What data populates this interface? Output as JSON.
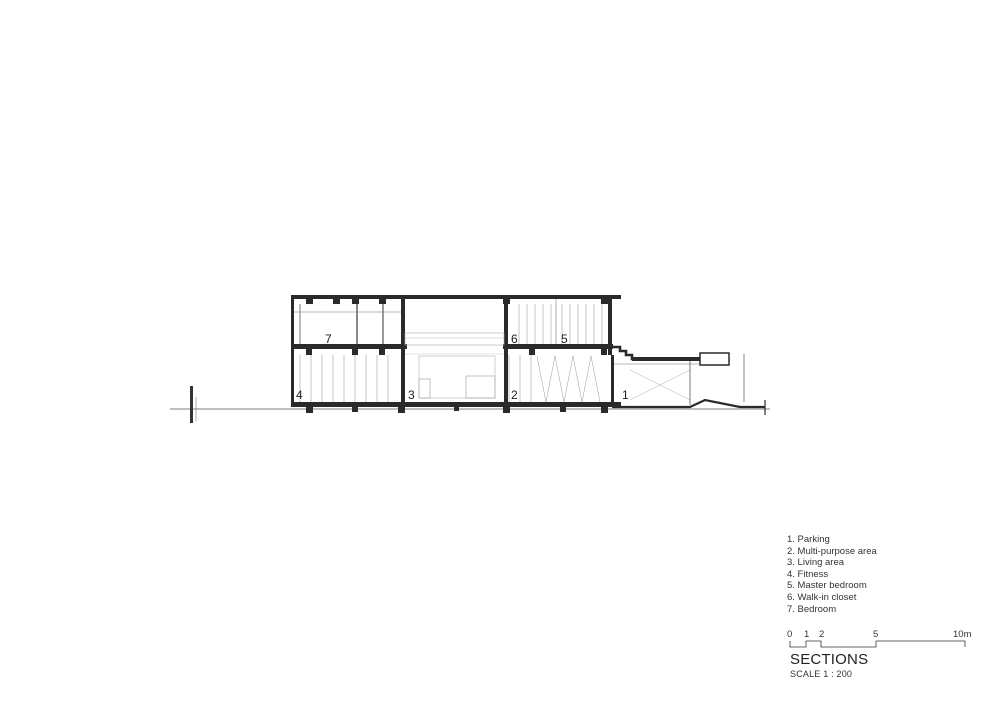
{
  "section": {
    "room_labels": [
      {
        "id": "label-7",
        "text": "7"
      },
      {
        "id": "label-6",
        "text": "6"
      },
      {
        "id": "label-5",
        "text": "5"
      },
      {
        "id": "label-4",
        "text": "4"
      },
      {
        "id": "label-3",
        "text": "3"
      },
      {
        "id": "label-2",
        "text": "2"
      },
      {
        "id": "label-1",
        "text": "1"
      }
    ]
  },
  "legend": {
    "items": [
      "1. Parking",
      "2. Multi-purpose area",
      "3. Living area",
      "4. Fitness",
      "5. Master bedroom",
      "6. Walk-in closet",
      "7. Bedroom"
    ]
  },
  "scale_bar": {
    "ticks": [
      "0",
      "1",
      "2",
      "5",
      "10m"
    ]
  },
  "title": {
    "main": "SECTIONS",
    "scale": "SCALE 1 : 200"
  },
  "colors": {
    "line": "#2a2a2a",
    "thin_line": "#666666",
    "light_fill": "#e8e8e8"
  }
}
